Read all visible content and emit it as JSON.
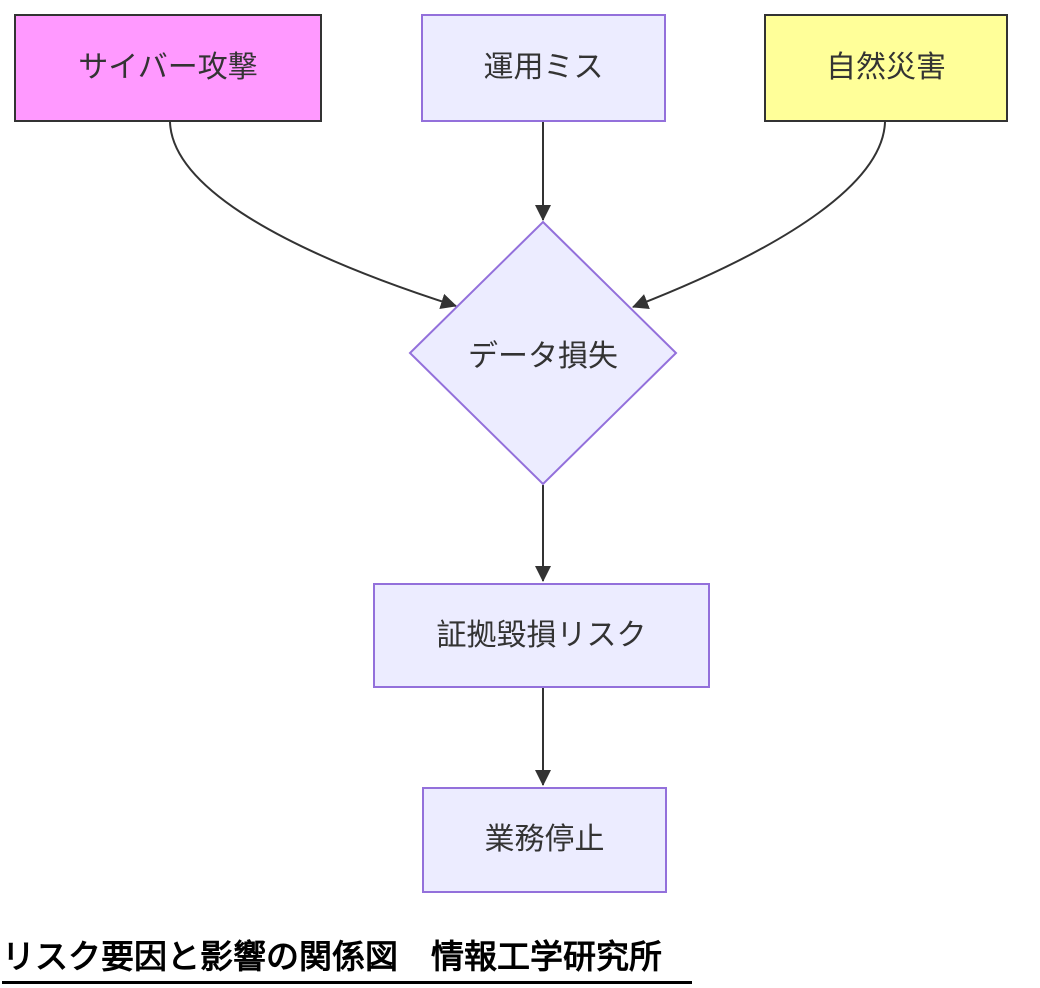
{
  "diagram": {
    "nodes": {
      "cyber_attack": {
        "label": "サイバー攻撃",
        "fill": "#ff99ff",
        "border": "#333333",
        "shape": "rectangle"
      },
      "operation_mistake": {
        "label": "運用ミス",
        "fill": "#ececff",
        "border": "#9370db",
        "shape": "rectangle"
      },
      "natural_disaster": {
        "label": "自然災害",
        "fill": "#ffff99",
        "border": "#333333",
        "shape": "rectangle"
      },
      "data_loss": {
        "label": "データ損失",
        "fill": "#ececff",
        "border": "#9370db",
        "shape": "diamond"
      },
      "evidence_damage_risk": {
        "label": "証拠毀損リスク",
        "fill": "#ececff",
        "border": "#9370db",
        "shape": "rectangle"
      },
      "business_stop": {
        "label": "業務停止",
        "fill": "#ececff",
        "border": "#9370db",
        "shape": "rectangle"
      }
    },
    "edges": [
      {
        "from": "サイバー攻撃",
        "to": "データ損失"
      },
      {
        "from": "運用ミス",
        "to": "データ損失"
      },
      {
        "from": "自然災害",
        "to": "データ損失"
      },
      {
        "from": "データ損失",
        "to": "証拠毀損リスク"
      },
      {
        "from": "証拠毀損リスク",
        "to": "業務停止"
      }
    ],
    "edge_color": "#333333",
    "text_color": "#333333"
  },
  "caption": {
    "text": "リスク要因と影響の関係図　情報工学研究所",
    "title": "リスク要因と影響の関係図",
    "organization": "情報工学研究所"
  }
}
